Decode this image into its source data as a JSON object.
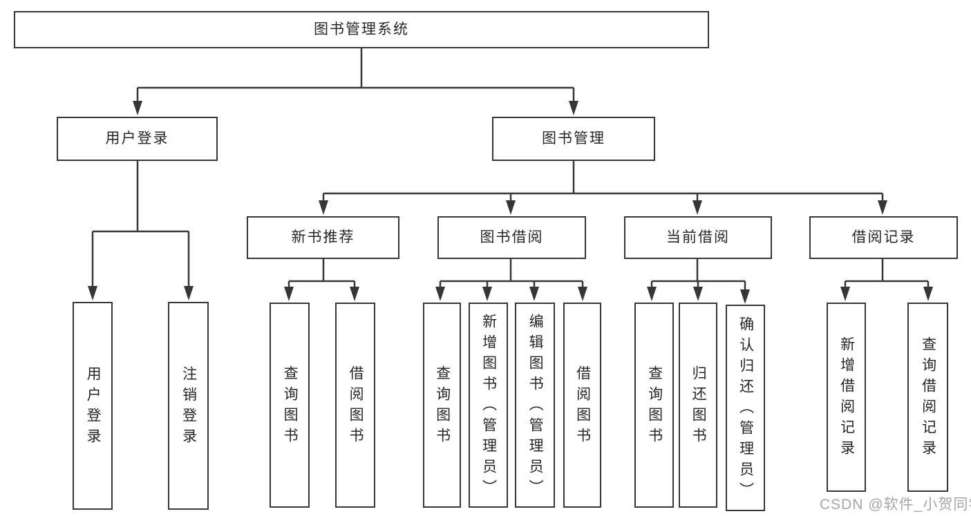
{
  "diagram": {
    "title": "图书管理系统",
    "colors": {
      "line": "#363636",
      "text": "#262626",
      "background": "#ffffff",
      "watermark": "#a6a6a6"
    },
    "nodes": {
      "root": "图书管理系统",
      "user_login": "用户登录",
      "book_mgmt": "图书管理",
      "new_book_rec": "新书推荐",
      "book_borrow": "图书借阅",
      "current_borrow": "当前借阅",
      "borrow_records": "借阅记录",
      "ul_login": "用户登录",
      "ul_logout": "注销登录",
      "nbr_query": "查询图书",
      "nbr_borrow": "借阅图书",
      "bb_query": "查询图书",
      "bb_add": "新增图书（管理员）",
      "bb_edit": "编辑图书（管理员）",
      "bb_borrow": "借阅图书",
      "cb_query": "查询图书",
      "cb_return": "归还图书",
      "cb_confirm": "确认归还（管理员）",
      "br_add": "新增借阅记录",
      "br_query": "查询借阅记录"
    },
    "edges": [
      [
        "图书管理系统",
        "用户登录"
      ],
      [
        "图书管理系统",
        "图书管理"
      ],
      [
        "用户登录",
        "用户登录"
      ],
      [
        "用户登录",
        "注销登录"
      ],
      [
        "图书管理",
        "新书推荐"
      ],
      [
        "图书管理",
        "图书借阅"
      ],
      [
        "图书管理",
        "当前借阅"
      ],
      [
        "图书管理",
        "借阅记录"
      ],
      [
        "新书推荐",
        "查询图书"
      ],
      [
        "新书推荐",
        "借阅图书"
      ],
      [
        "图书借阅",
        "查询图书"
      ],
      [
        "图书借阅",
        "新增图书（管理员）"
      ],
      [
        "图书借阅",
        "编辑图书（管理员）"
      ],
      [
        "图书借阅",
        "借阅图书"
      ],
      [
        "当前借阅",
        "查询图书"
      ],
      [
        "当前借阅",
        "归还图书"
      ],
      [
        "当前借阅",
        "确认归还（管理员）"
      ],
      [
        "借阅记录",
        "新增借阅记录"
      ],
      [
        "借阅记录",
        "查询借阅记录"
      ]
    ],
    "watermark": "CSDN @软件_小贺同学"
  }
}
